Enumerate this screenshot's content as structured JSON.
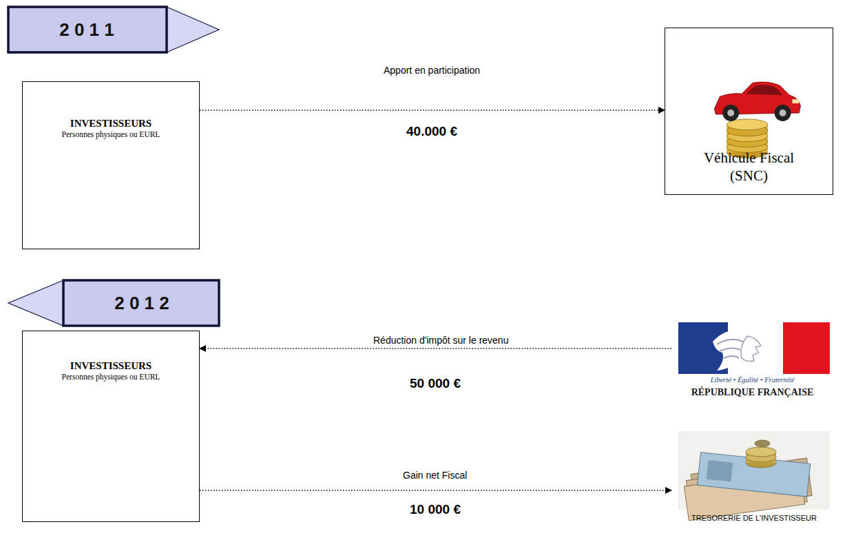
{
  "diagram": {
    "nodes": [
      {
        "text": [
          "2 0 1 1"
        ]
      },
      {
        "text": [
          "INVESTISSEURS",
          "Personnes physiques ou EURL"
        ]
      },
      {
        "text": [
          "Véhicule Fiscal (SNC)"
        ]
      },
      {
        "text": [
          "2 0 1 2"
        ]
      },
      {
        "text": [
          "INVESTISSEURS",
          "Personnes physiques ou EURL"
        ]
      },
      {
        "text": [
          "Liberté • Égalité • Fraternité",
          "RÉPUBLIQUE FRANÇAISE"
        ]
      },
      {
        "text": [
          "TRESORERIE DE L'INVESTISSEUR"
        ]
      }
    ],
    "edges": [
      {
        "from": 1,
        "to": 2,
        "label": "Apport en participation",
        "arrow": "to"
      },
      {
        "from": 5,
        "to": 4,
        "label": "Réduction d'impôt sur le revenu",
        "arrow": "to"
      },
      {
        "from": 4,
        "to": 6,
        "label": "Gain net Fiscal",
        "arrow": "to"
      }
    ],
    "labels": [
      "40.000 €",
      "50 000 €",
      "10 000 €"
    ]
  }
}
